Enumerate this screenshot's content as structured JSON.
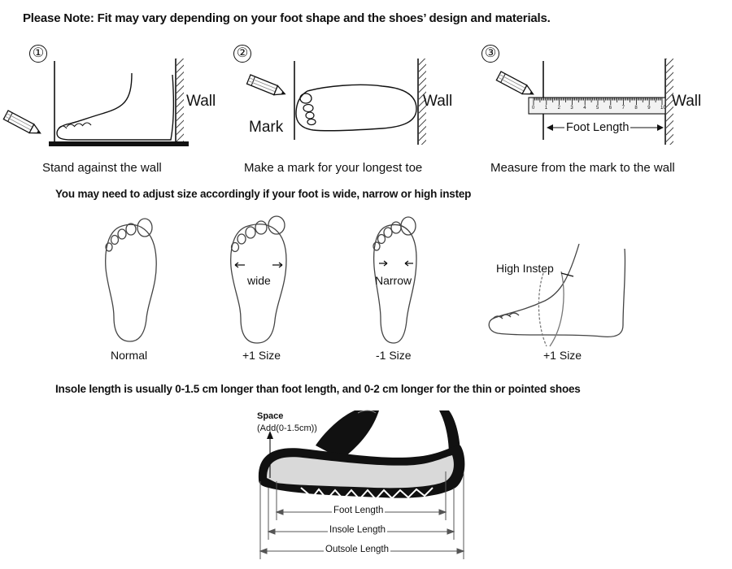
{
  "note": "Please Note:  Fit may vary depending on your foot shape and the shoes’ design and materials.",
  "steps": [
    {
      "number": "①",
      "wall": "Wall",
      "caption": "Stand against the wall"
    },
    {
      "number": "②",
      "wall": "Wall",
      "mark": "Mark",
      "caption": "Make a mark for your longest toe"
    },
    {
      "number": "③",
      "wall": "Wall",
      "foot_length": "Foot Length",
      "caption": "Measure from the mark to the wall",
      "ruler_ticks": [
        "0",
        "1",
        "2",
        "3",
        "4",
        "5",
        "6",
        "7",
        "8",
        "9",
        "10"
      ]
    }
  ],
  "adjust_heading": "You may need to adjust size accordingly if your foot is wide, narrow or high instep",
  "foot_types": [
    {
      "label": "Normal",
      "note": ""
    },
    {
      "label": "+1 Size",
      "note": "wide"
    },
    {
      "label": "-1 Size",
      "note": "Narrow"
    },
    {
      "label": "+1 Size",
      "note": "High Instep"
    }
  ],
  "insole_heading": "Insole length is usually 0-1.5 cm longer than foot length, and 0-2 cm longer for the thin or pointed shoes",
  "shoe_diagram": {
    "space_label": "Space",
    "space_sub": "(Add(0-1.5cm))",
    "foot_length": "Foot Length",
    "insole_length": "Insole Length",
    "outsole_length": "Outsole Length"
  }
}
